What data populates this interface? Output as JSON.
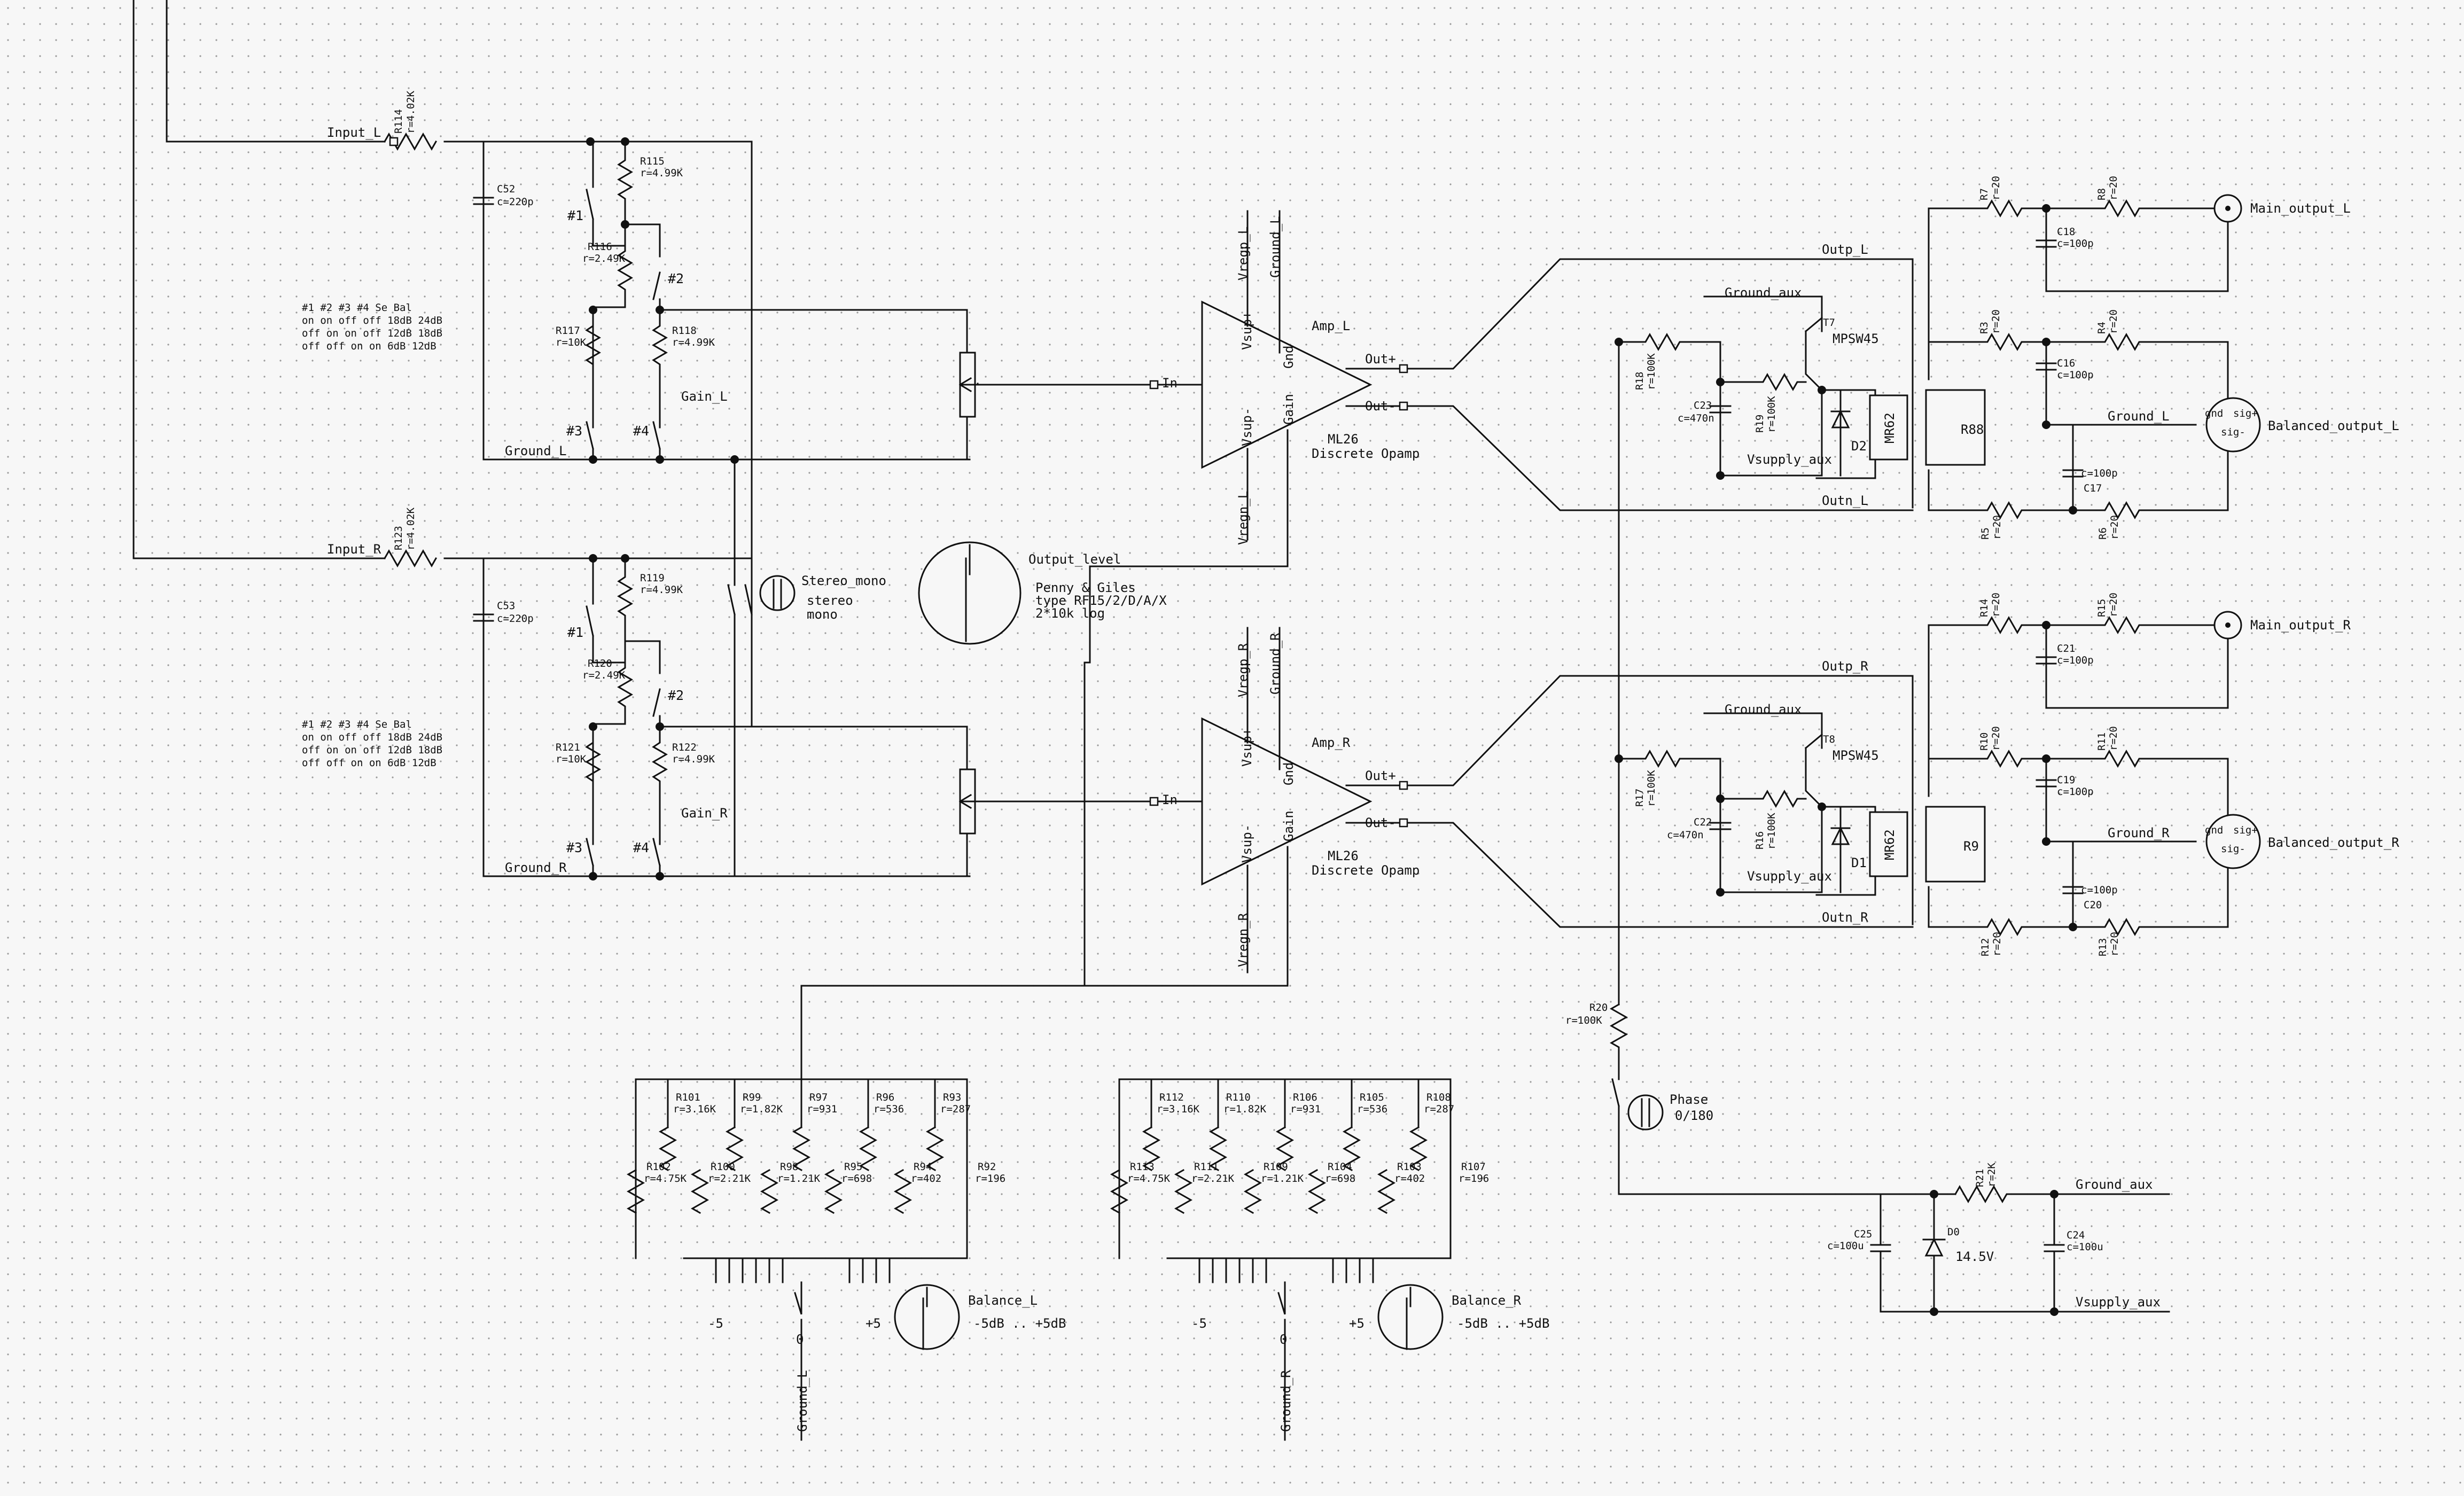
{
  "inputs": {
    "left": "Input_L",
    "right": "Input_R"
  },
  "grounds": {
    "left": "Ground_L",
    "right": "Ground_R"
  },
  "switches": {
    "s1": "#1",
    "s2": "#2",
    "s3": "#3",
    "s4": "#4"
  },
  "gain_table_rows": [
    "#1 #2 #3 #4  Se   Bal",
    "on on off off 18dB  24dB",
    "off on on off 12dB  18dB",
    "off off on on  6dB  12dB"
  ],
  "gain_labels": {
    "left": "Gain_L",
    "right": "Gain_R"
  },
  "resistors": {
    "R114": {
      "name": "R114",
      "value": "r=4.02K"
    },
    "R123": {
      "name": "R123",
      "value": "r=4.02K"
    },
    "R115": {
      "name": "R115",
      "value": "r=4.99K"
    },
    "R116": {
      "name": "R116",
      "value": "r=2.49K"
    },
    "R117": {
      "name": "R117",
      "value": "r=10K"
    },
    "R118": {
      "name": "R118",
      "value": "r=4.99K"
    },
    "R119": {
      "name": "R119",
      "value": "r=4.99K"
    },
    "R120": {
      "name": "R120",
      "value": "r=2.49K"
    },
    "R121": {
      "name": "R121",
      "value": "r=10K"
    },
    "R122": {
      "name": "R122",
      "value": "r=4.99K"
    },
    "R18": {
      "name": "R18",
      "value": "r=100K"
    },
    "R19": {
      "name": "R19",
      "value": "r=100K"
    },
    "R17": {
      "name": "R17",
      "value": "r=100K"
    },
    "R16": {
      "name": "R16",
      "value": "r=100K"
    },
    "R20": {
      "name": "R20",
      "value": "r=100K"
    },
    "R21": {
      "name": "R21",
      "value": "r=2K"
    },
    "R7": {
      "name": "R7",
      "value": "r=20"
    },
    "R8": {
      "name": "R8",
      "value": "r=20"
    },
    "R3": {
      "name": "R3",
      "value": "r=20"
    },
    "R4": {
      "name": "R4",
      "value": "r=20"
    },
    "R5": {
      "name": "R5",
      "value": "r=20"
    },
    "R6": {
      "name": "R6",
      "value": "r=20"
    },
    "R14": {
      "name": "R14",
      "value": "r=20"
    },
    "R15": {
      "name": "R15",
      "value": "r=20"
    },
    "R10": {
      "name": "R10",
      "value": "r=20"
    },
    "R11": {
      "name": "R11",
      "value": "r=20"
    },
    "R12": {
      "name": "R12",
      "value": "r=20"
    },
    "R13": {
      "name": "R13",
      "value": "r=20"
    }
  },
  "capacitors": {
    "C52": {
      "name": "C52",
      "value": "c=220p"
    },
    "C53": {
      "name": "C53",
      "value": "c=220p"
    },
    "C23": {
      "name": "C23",
      "value": "c=470n"
    },
    "C22": {
      "name": "C22",
      "value": "c=470n"
    },
    "C18": {
      "name": "C18",
      "value": "c=100p"
    },
    "C16": {
      "name": "C16",
      "value": "c=100p"
    },
    "C17": {
      "name": "C17",
      "value": "c=100p"
    },
    "C21": {
      "name": "C21",
      "value": "c=100p"
    },
    "C19": {
      "name": "C19",
      "value": "c=100p"
    },
    "C20": {
      "name": "C20",
      "value": "c=100p"
    },
    "C25": {
      "name": "C25",
      "value": "c=100u"
    },
    "C24": {
      "name": "C24",
      "value": "c=100u"
    }
  },
  "balance_ladder": {
    "left": [
      {
        "name": "R101",
        "value": "r=3.16K"
      },
      {
        "name": "R99",
        "value": "r=1.82K"
      },
      {
        "name": "R97",
        "value": "r=931"
      },
      {
        "name": "R96",
        "value": "r=536"
      },
      {
        "name": "R93",
        "value": "r=287"
      },
      {
        "name": "R102",
        "value": "r=4.75K"
      },
      {
        "name": "R100",
        "value": "r=2.21K"
      },
      {
        "name": "R98",
        "value": "r=1.21K"
      },
      {
        "name": "R95",
        "value": "r=698"
      },
      {
        "name": "R94",
        "value": "r=402"
      },
      {
        "name": "R92",
        "value": "r=196"
      }
    ],
    "right": [
      {
        "name": "R112",
        "value": "r=3.16K"
      },
      {
        "name": "R110",
        "value": "r=1.82K"
      },
      {
        "name": "R106",
        "value": "r=931"
      },
      {
        "name": "R105",
        "value": "r=536"
      },
      {
        "name": "R108",
        "value": "r=287"
      },
      {
        "name": "R113",
        "value": "r=4.75K"
      },
      {
        "name": "R111",
        "value": "r=2.21K"
      },
      {
        "name": "R109",
        "value": "r=1.21K"
      },
      {
        "name": "R104",
        "value": "r=698"
      },
      {
        "name": "R103",
        "value": "r=402"
      },
      {
        "name": "R107",
        "value": "r=196"
      }
    ]
  },
  "amps": {
    "left": {
      "name": "Amp_L",
      "part": "ML26",
      "desc": "Discrete Opamp",
      "vregp": "Vregp_L",
      "vregn": "Vregn_L",
      "ground": "Ground_L",
      "vsup_p": "Vsup+",
      "vsup_n": "Vsup-",
      "gnd": "Gnd",
      "gain": "Gain",
      "in": "In",
      "out_p": "Out+",
      "out_n": "Out-"
    },
    "right": {
      "name": "Amp_R",
      "part": "ML26",
      "desc": "Discrete Opamp",
      "vregp": "Vregp_R",
      "vregn": "Vregn_R",
      "ground": "Ground_R",
      "vsup_p": "Vsup+",
      "vsup_n": "Vsup-",
      "gnd": "Gnd",
      "gain": "Gain",
      "in": "In",
      "out_p": "Out+",
      "out_n": "Out-"
    }
  },
  "stereo_mono": {
    "name": "Stereo_mono",
    "opt1": "stereo",
    "opt2": "mono"
  },
  "output_level": {
    "name": "Output_level",
    "notes": [
      "Penny & Giles",
      "type RF15/2/D/A/X",
      "2*10k log"
    ]
  },
  "nets": {
    "outp_l": "Outp_L",
    "outn_l": "Outn_L",
    "outp_r": "Outp_R",
    "outn_r": "Outn_R",
    "ground_aux": "Ground_aux",
    "vsupply_aux": "Vsupply_aux"
  },
  "parts": {
    "t7": "T7",
    "t8": "T8",
    "mpsw": "MPSW45",
    "d2": "D2",
    "d1": "D1",
    "d0": "D0",
    "mr62": "MR62",
    "r88": "R88",
    "r9": "R9",
    "zener": "14.5V"
  },
  "outputs": {
    "main_l": "Main_output_L",
    "bal_l": "Balanced_output_L",
    "main_r": "Main_output_R",
    "bal_r": "Balanced_output_R",
    "gnd": "gnd",
    "sig_p": "sig+",
    "sig_n": "sig-"
  },
  "phase": {
    "name": "Phase",
    "value": "0/180"
  },
  "balance": {
    "left": "Balance_L",
    "right": "Balance_R",
    "range": "-5dB .. +5dB",
    "minus": "-5",
    "zero": "0",
    "plus": "+5"
  }
}
